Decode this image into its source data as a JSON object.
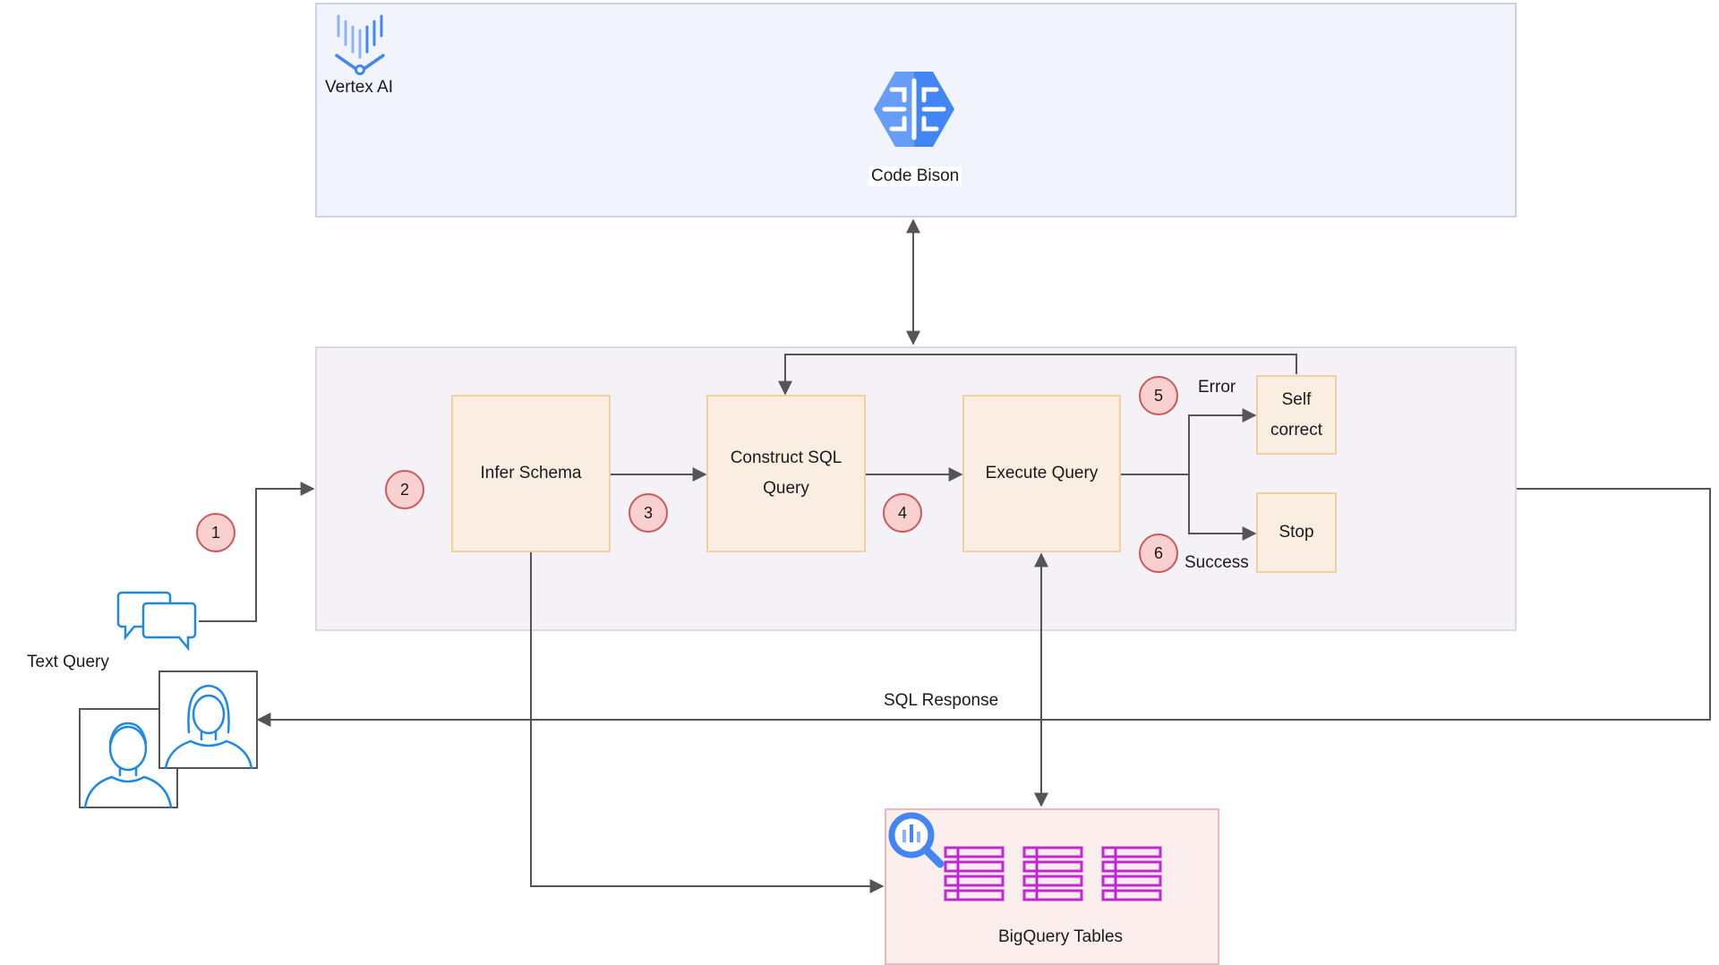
{
  "vertex": {
    "title": "Vertex AI",
    "model_label": "Code Bison"
  },
  "steps": {
    "infer_schema": "Infer Schema",
    "construct_sql": "Construct SQL\nQuery",
    "execute_query": "Execute Query",
    "self_correct": "Self\ncorrect",
    "stop": "Stop"
  },
  "badges": [
    "1",
    "2",
    "3",
    "4",
    "5",
    "6"
  ],
  "edge_labels": {
    "error": "Error",
    "success": "Success",
    "sql_response": "SQL Response"
  },
  "user": {
    "text_query": "Text Query"
  },
  "bigquery": {
    "label": "BigQuery Tables"
  },
  "colors": {
    "arrow": "#555555",
    "icon_blue": "#4285f4",
    "person_blue": "#1e88e5",
    "table_magenta": "#c026d3"
  }
}
